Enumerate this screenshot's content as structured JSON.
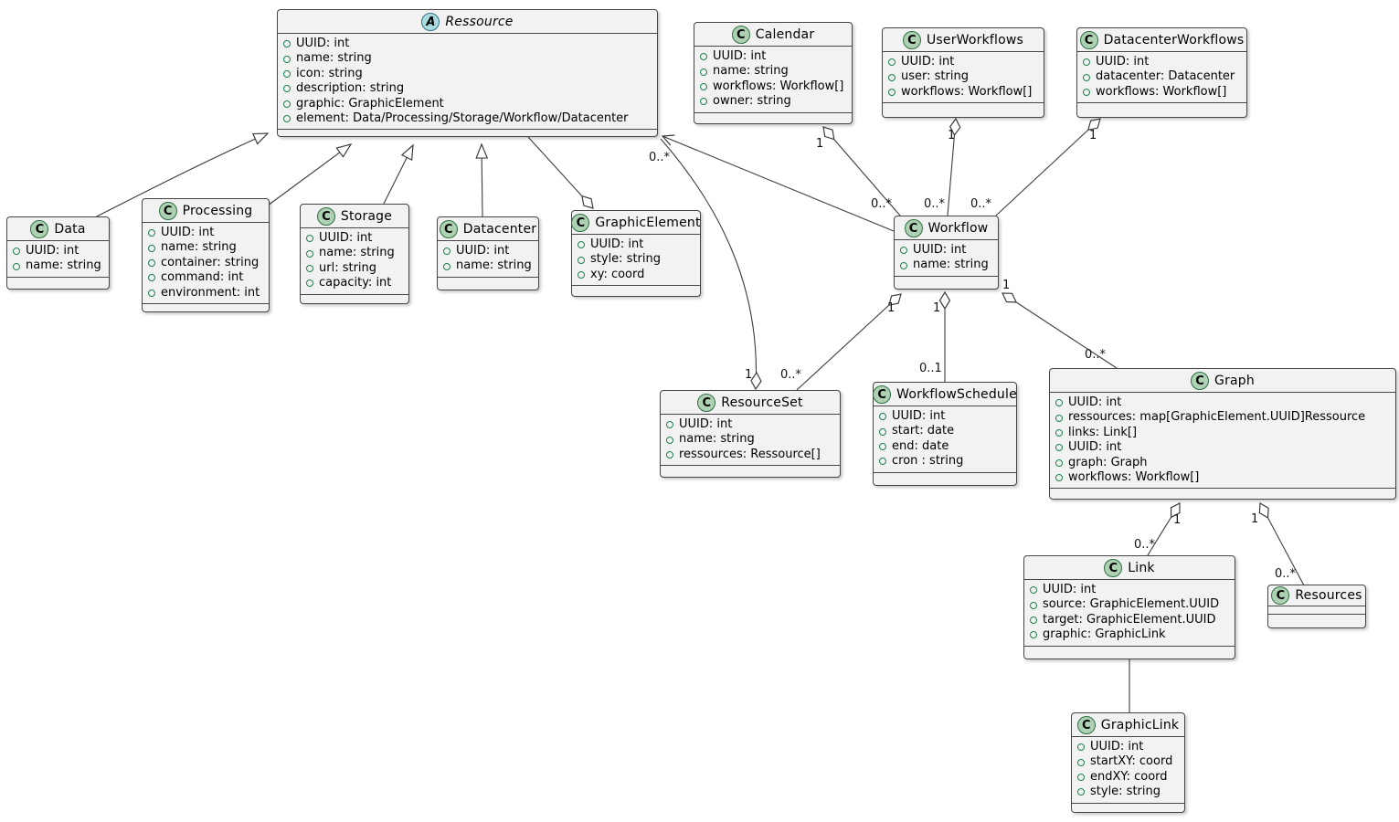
{
  "classes": [
    {
      "icon": "A",
      "name": "Ressource",
      "attributes": [
        "UUID: int",
        "name: string",
        "icon: string",
        "description: string",
        "graphic: GraphicElement",
        "element: Data/Processing/Storage/Workflow/Datacenter"
      ]
    },
    {
      "icon": "C",
      "name": "Calendar",
      "attributes": [
        "UUID: int",
        "name: string",
        "workflows: Workflow[]",
        "owner: string"
      ]
    },
    {
      "icon": "C",
      "name": "UserWorkflows",
      "attributes": [
        "UUID: int",
        "user: string",
        "workflows: Workflow[]"
      ]
    },
    {
      "icon": "C",
      "name": "DatacenterWorkflows",
      "attributes": [
        "UUID: int",
        "datacenter: Datacenter",
        "workflows: Workflow[]"
      ]
    },
    {
      "icon": "C",
      "name": "Data",
      "attributes": [
        "UUID: int",
        "name: string"
      ]
    },
    {
      "icon": "C",
      "name": "Processing",
      "attributes": [
        "UUID: int",
        "name: string",
        "container: string",
        "command: int",
        "environment: int"
      ]
    },
    {
      "icon": "C",
      "name": "Storage",
      "attributes": [
        "UUID: int",
        "name: string",
        "url: string",
        "capacity: int"
      ]
    },
    {
      "icon": "C",
      "name": "Datacenter",
      "attributes": [
        "UUID: int",
        "name: string"
      ]
    },
    {
      "icon": "C",
      "name": "GraphicElement",
      "attributes": [
        "UUID: int",
        "style: string",
        "xy: coord"
      ]
    },
    {
      "icon": "C",
      "name": "Workflow",
      "attributes": [
        "UUID: int",
        "name: string"
      ]
    },
    {
      "icon": "C",
      "name": "ResourceSet",
      "attributes": [
        "UUID: int",
        "name: string",
        "ressources: Ressource[]"
      ]
    },
    {
      "icon": "C",
      "name": "WorkflowSchedule",
      "attributes": [
        "UUID: int",
        "start: date",
        "end: date",
        "cron : string"
      ]
    },
    {
      "icon": "C",
      "name": "Graph",
      "attributes": [
        "UUID: int",
        "ressources: map[GraphicElement.UUID]Ressource",
        "links: Link[]",
        "UUID: int",
        "graph: Graph",
        "workflows: Workflow[]"
      ]
    },
    {
      "icon": "C",
      "name": "Link",
      "attributes": [
        "UUID: int",
        "source: GraphicElement.UUID",
        "target: GraphicElement.UUID",
        "graphic: GraphicLink"
      ]
    },
    {
      "icon": "C",
      "name": "Resources",
      "attributes": []
    },
    {
      "icon": "C",
      "name": "GraphicLink",
      "attributes": [
        "UUID: int",
        "startXY: coord",
        "endXY: coord",
        "style: string"
      ]
    }
  ],
  "relations": [
    {
      "name": "data-ressource",
      "type": "generalization"
    },
    {
      "name": "processing-ressource",
      "type": "generalization"
    },
    {
      "name": "storage-ressource",
      "type": "generalization"
    },
    {
      "name": "datacenter-ressource",
      "type": "generalization"
    },
    {
      "name": "ressource-graphicelement",
      "type": "aggregation"
    },
    {
      "name": "calendar-workflow",
      "type": "aggregation",
      "source_mult": "1",
      "target_mult": "0..*"
    },
    {
      "name": "userworkflows-workflow",
      "type": "aggregation",
      "source_mult": "1",
      "target_mult": "0..*"
    },
    {
      "name": "datacenterworkflows-workflow",
      "type": "aggregation",
      "source_mult": "1",
      "target_mult": "0..*"
    },
    {
      "name": "workflow-ressource",
      "type": "association",
      "target_mult": "0..*"
    },
    {
      "name": "ressource-resourceset",
      "type": "aggregation",
      "target_mult": "1"
    },
    {
      "name": "workflow-resourceset",
      "type": "aggregation",
      "source_mult": "1",
      "target_mult": "0..*"
    },
    {
      "name": "workflow-workflowschedule",
      "type": "aggregation",
      "source_mult": "1",
      "target_mult": "0..1"
    },
    {
      "name": "workflow-graph",
      "type": "aggregation",
      "source_mult": "1",
      "target_mult": "0..*"
    },
    {
      "name": "graph-link",
      "type": "aggregation",
      "source_mult": "1",
      "target_mult": "0..*"
    },
    {
      "name": "graph-resources",
      "type": "aggregation",
      "source_mult": "1",
      "target_mult": "0..*"
    },
    {
      "name": "link-graphiclink",
      "type": "association"
    }
  ],
  "colors": {
    "class_badge": "#ADD1B2",
    "abstract_badge": "#A9DCDF",
    "box_fill": "#F2F2F2",
    "border": "#454545",
    "field_dot": "#1E824C"
  }
}
